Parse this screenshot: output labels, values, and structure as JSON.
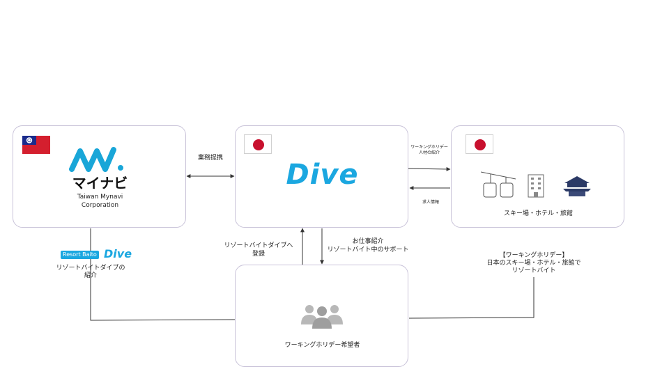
{
  "nodes": {
    "mynavi": {
      "brand": "マイナビ",
      "name_line1": "Taiwan Mynavi",
      "name_line2": "Corporation",
      "flag": "taiwan-flag-icon"
    },
    "dive": {
      "logo_text": "Dive",
      "flag": "japan-flag-icon",
      "brand_color": "#1ba7e0"
    },
    "resorts": {
      "label": "スキー場・ホテル・旅館",
      "flag": "japan-flag-icon",
      "icons": [
        "ski-gondola-icon",
        "hotel-building-icon",
        "japanese-inn-icon"
      ]
    },
    "applicants": {
      "label": "ワーキングホリデー希望者",
      "icon": "people-group-icon"
    }
  },
  "edges": {
    "partnership": "業務提携",
    "talent_intro_line1": "ワーキングホリデー",
    "talent_intro_line2": "人材の紹介",
    "job_info": "求人情報",
    "register_line1": "リゾートバイトダイブへ",
    "register_line2": "登録",
    "job_intro_line1": "お仕事紹介",
    "job_intro_line2": "リゾートバイト中のサポート",
    "resort_baito_badge": "Resort Baito",
    "resort_baito_dive": "Dive",
    "dive_intro_line1": "リゾートバイトダイブの",
    "dive_intro_line2": "紹介",
    "wh_line1": "【ワーキングホリデー】",
    "wh_line2": "日本のスキー場・ホテル・旅館で",
    "wh_line3": "リゾートバイト"
  }
}
